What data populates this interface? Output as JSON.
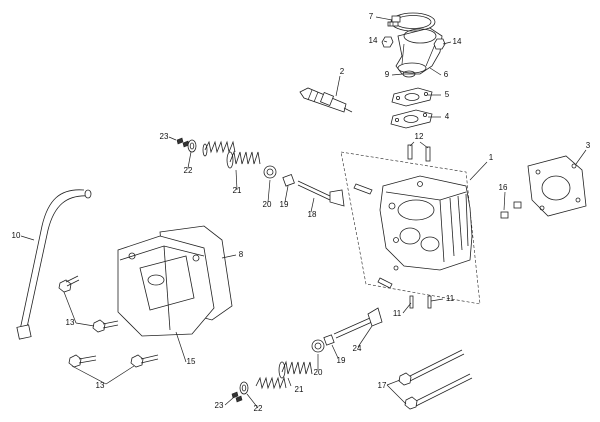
{
  "callouts": [
    {
      "id": "c1",
      "text": "1"
    },
    {
      "id": "c2",
      "text": "2"
    },
    {
      "id": "c3",
      "text": "3"
    },
    {
      "id": "c4",
      "text": "4"
    },
    {
      "id": "c5",
      "text": "5"
    },
    {
      "id": "c6",
      "text": "6"
    },
    {
      "id": "c7",
      "text": "7"
    },
    {
      "id": "c8",
      "text": "8"
    },
    {
      "id": "c9",
      "text": "9"
    },
    {
      "id": "c10",
      "text": "10"
    },
    {
      "id": "c11a",
      "text": "11"
    },
    {
      "id": "c11b",
      "text": "11"
    },
    {
      "id": "c12",
      "text": "12"
    },
    {
      "id": "c13a",
      "text": "13"
    },
    {
      "id": "c13b",
      "text": "13"
    },
    {
      "id": "c14a",
      "text": "14"
    },
    {
      "id": "c14b",
      "text": "14"
    },
    {
      "id": "c15",
      "text": "15"
    },
    {
      "id": "c16",
      "text": "16"
    },
    {
      "id": "c17",
      "text": "17"
    },
    {
      "id": "c18",
      "text": "18"
    },
    {
      "id": "c19a",
      "text": "19"
    },
    {
      "id": "c19b",
      "text": "19"
    },
    {
      "id": "c20a",
      "text": "20"
    },
    {
      "id": "c20b",
      "text": "20"
    },
    {
      "id": "c21a",
      "text": "21"
    },
    {
      "id": "c21b",
      "text": "21"
    },
    {
      "id": "c22a",
      "text": "22"
    },
    {
      "id": "c22b",
      "text": "22"
    },
    {
      "id": "c23a",
      "text": "23"
    },
    {
      "id": "c23b",
      "text": "23"
    },
    {
      "id": "c24",
      "text": "24"
    }
  ]
}
